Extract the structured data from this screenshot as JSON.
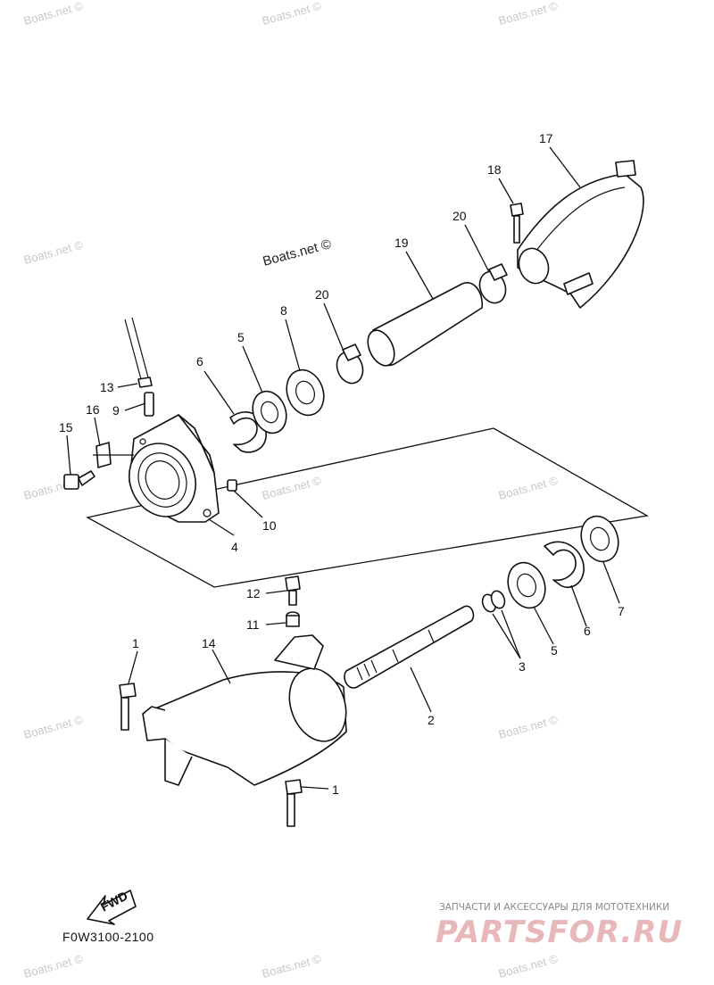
{
  "watermarks": {
    "main": "Boats.net ©",
    "repeat": "Boats.net ©"
  },
  "diagram_code": "F0W3100-2100",
  "fwd_label": "FWD",
  "footer": {
    "tagline": "ЗАПЧАСТИ И АКСЕССУАРЫ ДЛЯ МОТОТЕХНИКИ",
    "logo": "PARTSFOR.RU"
  },
  "callouts": {
    "c1a": "1",
    "c1b": "1",
    "c2": "2",
    "c3": "3",
    "c4": "4",
    "c5a": "5",
    "c5b": "5",
    "c6a": "6",
    "c6b": "6",
    "c7": "7",
    "c8": "8",
    "c9": "9",
    "c10": "10",
    "c11": "11",
    "c12": "12",
    "c13": "13",
    "c14": "14",
    "c15": "15",
    "c16": "16",
    "c17": "17",
    "c18": "18",
    "c19": "19",
    "c20a": "20",
    "c20b": "20"
  },
  "colors": {
    "line": "#111111",
    "watermark": "#c8c8c8",
    "logo": "#e8b7ba"
  }
}
